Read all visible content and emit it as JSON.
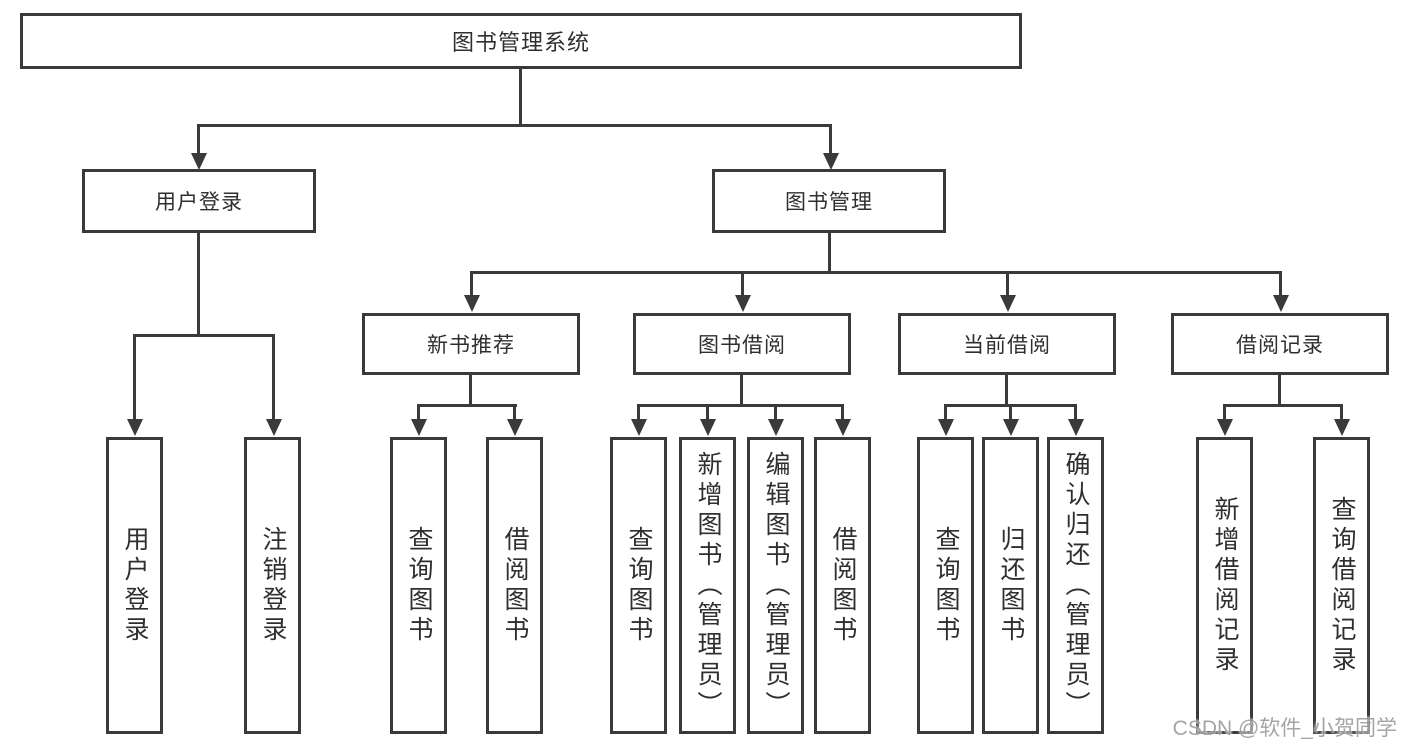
{
  "diagram": {
    "root": "图书管理系统",
    "user_login": {
      "label": "用户登录",
      "children": [
        "用户登录",
        "注销登录"
      ]
    },
    "book_mgmt": {
      "label": "图书管理",
      "sections": [
        {
          "label": "新书推荐",
          "children": [
            "查询图书",
            "借阅图书"
          ]
        },
        {
          "label": "图书借阅",
          "children": [
            "查询图书",
            "新增图书（管理员）",
            "编辑图书（管理员）",
            "借阅图书"
          ]
        },
        {
          "label": "当前借阅",
          "children": [
            "查询图书",
            "归还图书",
            "确认归还（管理员）"
          ]
        },
        {
          "label": "借阅记录",
          "children": [
            "新增借阅记录",
            "查询借阅记录"
          ]
        }
      ]
    }
  },
  "watermark": "CSDN @软件_小贺同学"
}
